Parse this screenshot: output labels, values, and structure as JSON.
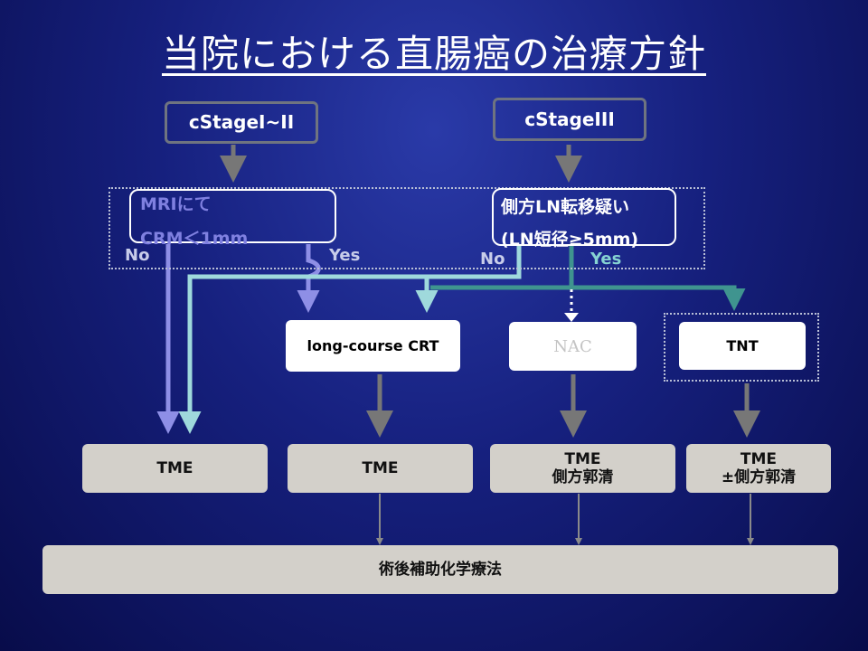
{
  "title": "当院における直腸癌の治療方針",
  "stage_left": "cStageI~II",
  "stage_right": "cStageIII",
  "question_left": {
    "line1": "MRIにて",
    "line2": "CRM＜1mm"
  },
  "question_right": {
    "line1": "側方LN転移疑い",
    "line2": "(LN短径≥5mm)"
  },
  "labels": {
    "left_no": "No",
    "left_yes": "Yes",
    "right_no": "No",
    "right_yes": "Yes"
  },
  "treatments": {
    "crt": "long-course CRT",
    "nac": "NAC",
    "tnt": "TNT"
  },
  "surgery": {
    "tme1": "TME",
    "tme2": "TME",
    "tme3": {
      "line1": "TME",
      "line2": "側方郭清"
    },
    "tme4": {
      "line1": "TME",
      "line2": "±側方郭清"
    }
  },
  "adjuvant": "術後補助化学療法",
  "colors": {
    "left_path": "#8e8fe6",
    "right_no_path": "#9fd9dc",
    "right_yes_path": "#3f948f",
    "gray_arrow": "#777777",
    "box_gray": "#d3d0ca"
  }
}
